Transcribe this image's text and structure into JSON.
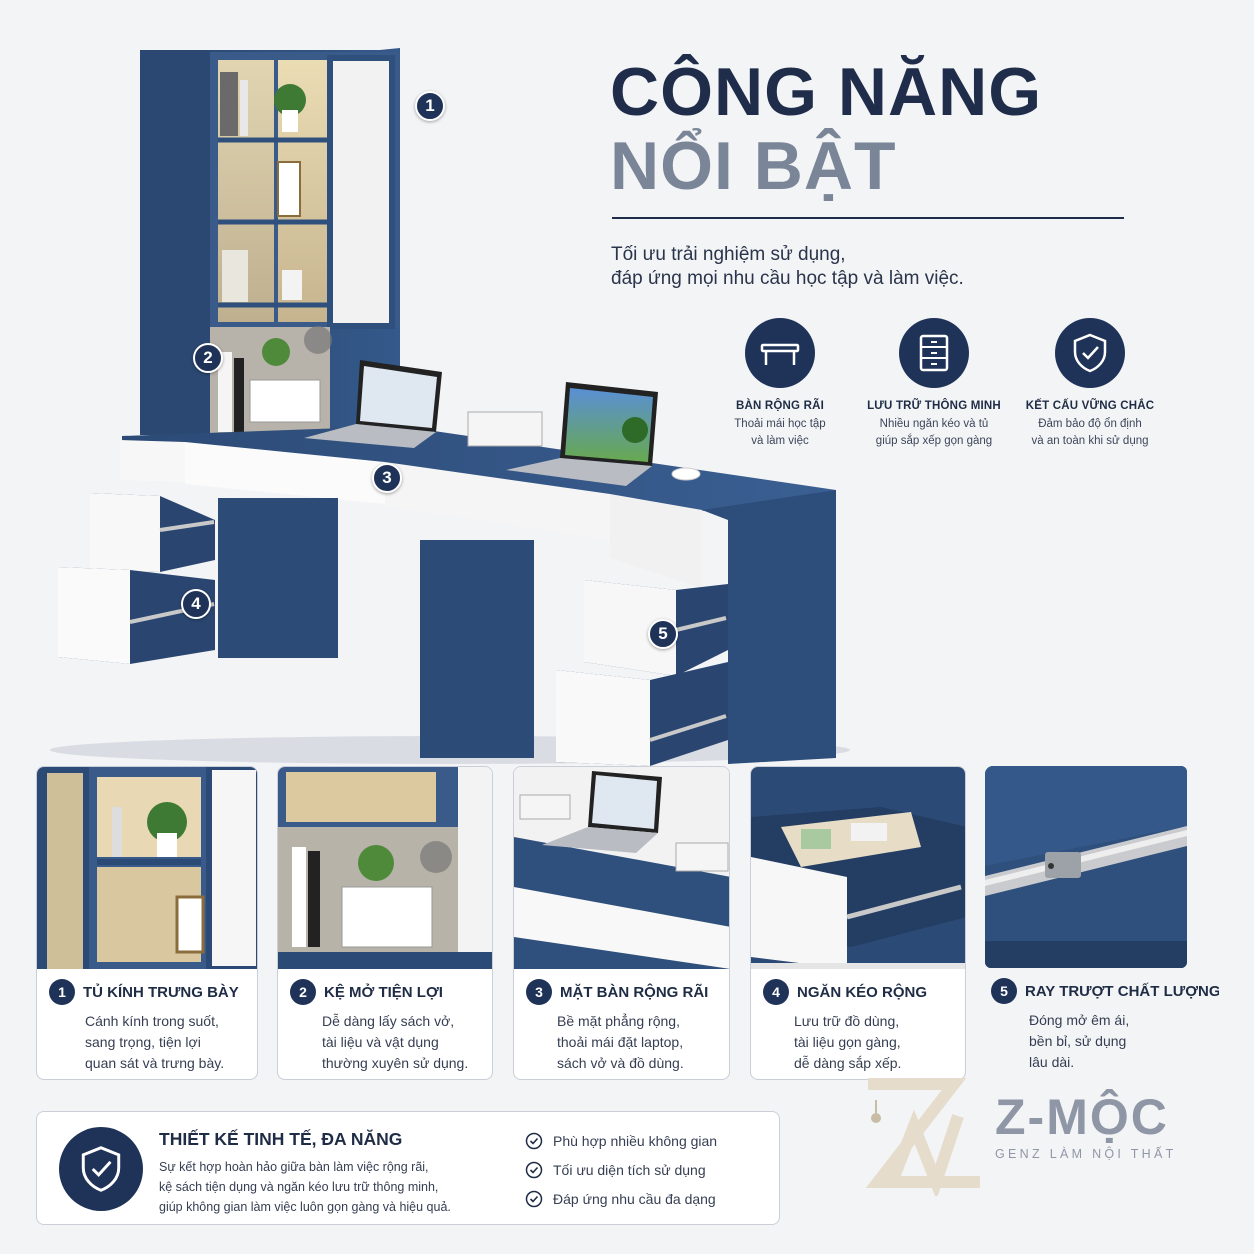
{
  "heading": {
    "line1": "CÔNG NĂNG",
    "line2": "NỔI BẬT",
    "subtitle_line1": "Tối ưu trải nghiệm sử dụng,",
    "subtitle_line2": "đáp ứng mọi nhu cầu học tập và làm việc."
  },
  "features": [
    {
      "icon": "desk-icon",
      "title": "BÀN RỘNG RÃI",
      "desc1": "Thoải mái học tập",
      "desc2": "và làm việc"
    },
    {
      "icon": "drawers-icon",
      "title": "LƯU TRỮ THÔNG MINH",
      "desc1": "Nhiều ngăn kéo và tủ",
      "desc2": "giúp sắp xếp gọn gàng"
    },
    {
      "icon": "shield-check-icon",
      "title": "KẾT CẤU VỮNG CHẮC",
      "desc1": "Đảm bảo độ ổn định",
      "desc2": "và an toàn khi sử dụng"
    }
  ],
  "hero_badges": [
    "1",
    "2",
    "3",
    "4",
    "5"
  ],
  "cards": [
    {
      "num": "1",
      "title": "TỦ KÍNH TRƯNG BÀY",
      "l1": "Cánh kính trong suốt,",
      "l2": "sang trọng, tiện lợi",
      "l3": "quan sát và trưng bày."
    },
    {
      "num": "2",
      "title": "KỆ MỞ TIỆN LỢI",
      "l1": "Dễ dàng lấy sách vở,",
      "l2": "tài liệu và vật dụng",
      "l3": "thường xuyên sử dụng."
    },
    {
      "num": "3",
      "title": "MẶT BÀN RỘNG RÃI",
      "l1": "Bề mặt phẳng rộng,",
      "l2": "thoải mái đặt laptop,",
      "l3": "sách vở và đồ dùng."
    },
    {
      "num": "4",
      "title": "NGĂN KÉO RỘNG",
      "l1": "Lưu trữ đồ dùng,",
      "l2": "tài liệu gọn gàng,",
      "l3": "dễ dàng sắp xếp."
    },
    {
      "num": "5",
      "title": "RAY TRƯỢT CHẤT LƯỢNG",
      "l1": "Đóng mở êm ái,",
      "l2": "bền bỉ, sử dụng",
      "l3": "lâu dài."
    }
  ],
  "bottom": {
    "title": "THIẾT KẾ TINH TẾ, ĐA NĂNG",
    "desc1": "Sự kết hợp hoàn hảo giữa bàn làm việc rộng rãi,",
    "desc2": "kệ sách tiện dụng và ngăn kéo lưu trữ thông minh,",
    "desc3": "giúp không gian làm việc luôn gọn gàng và hiệu quả.",
    "checks": [
      "Phù hợp nhiều không gian",
      "Tối ưu diện tích sử dụng",
      "Đáp ứng nhu cầu đa dạng"
    ]
  },
  "logo": {
    "name": "Z-MỘC",
    "tagline": "GENZ LÀM NỘI THẤT"
  },
  "colors": {
    "navy": "#1f3258",
    "furniture_blue": "#2f4f7c",
    "white_panel": "#fafafa",
    "grey_text": "#7a8597"
  }
}
